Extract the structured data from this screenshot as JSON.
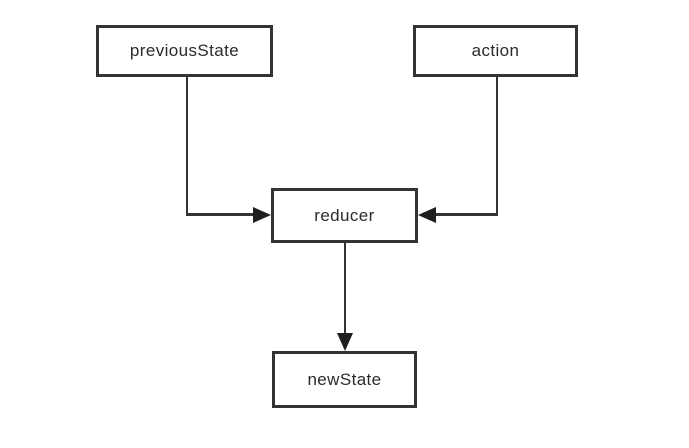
{
  "diagram": {
    "title": "redux-reducer-flow",
    "background_color": "#ffffff",
    "stroke_color": "#333333",
    "arrow_color": "#1e1e1e",
    "text_color": "#2b2b2b",
    "nodes": [
      {
        "id": "previousState",
        "label": "previousState"
      },
      {
        "id": "action",
        "label": "action"
      },
      {
        "id": "reducer",
        "label": "reducer"
      },
      {
        "id": "newState",
        "label": "newState"
      }
    ],
    "edges": [
      {
        "from": "previousState",
        "to": "reducer",
        "style": "elbow-down-right-arrow"
      },
      {
        "from": "action",
        "to": "reducer",
        "style": "elbow-down-left-arrow"
      },
      {
        "from": "reducer",
        "to": "newState",
        "style": "straight-down-arrow"
      }
    ]
  }
}
